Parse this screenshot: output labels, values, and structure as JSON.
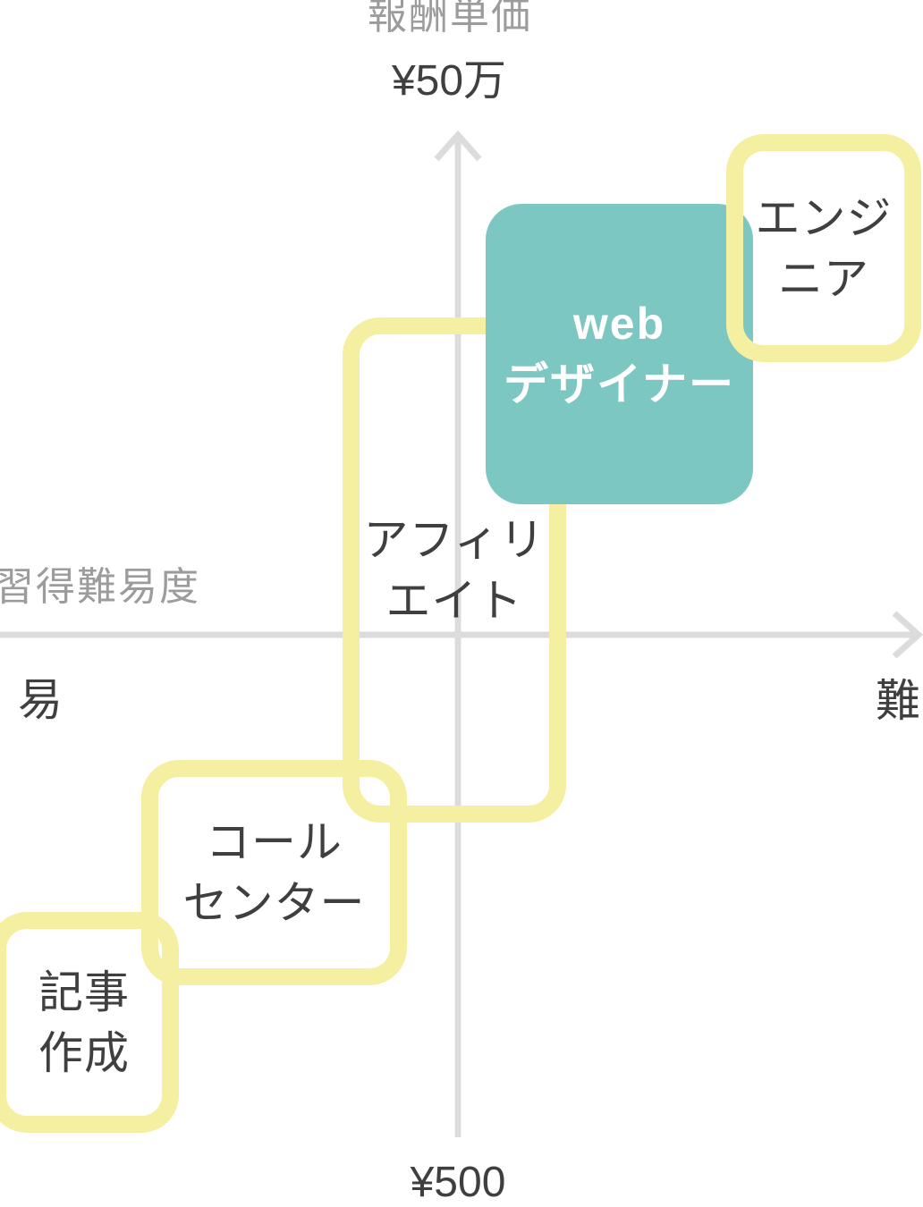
{
  "axes": {
    "y_title": "報酬単価",
    "y_max": "¥50万",
    "y_min": "¥500",
    "x_title": "習得難易度",
    "x_min": "易",
    "x_max": "難"
  },
  "boxes": {
    "engineer": {
      "line1": "エンジ",
      "line2": "ニア"
    },
    "web_designer": {
      "line1": "web",
      "line2": "デザイナー"
    },
    "affiliate": {
      "line1": "アフィリ",
      "line2": "エイト"
    },
    "call_center": {
      "line1": "コール",
      "line2": "センター"
    },
    "article_writing": {
      "line1": "記事",
      "line2": "作成"
    }
  },
  "colors": {
    "teal": "#7dc7c2",
    "yellow": "#f5f0a1",
    "axis_gray": "#dcdcdc",
    "text_dark": "#3f3f3f",
    "text_gray": "#9c9c9c",
    "text_on_teal": "#ffffff"
  }
}
